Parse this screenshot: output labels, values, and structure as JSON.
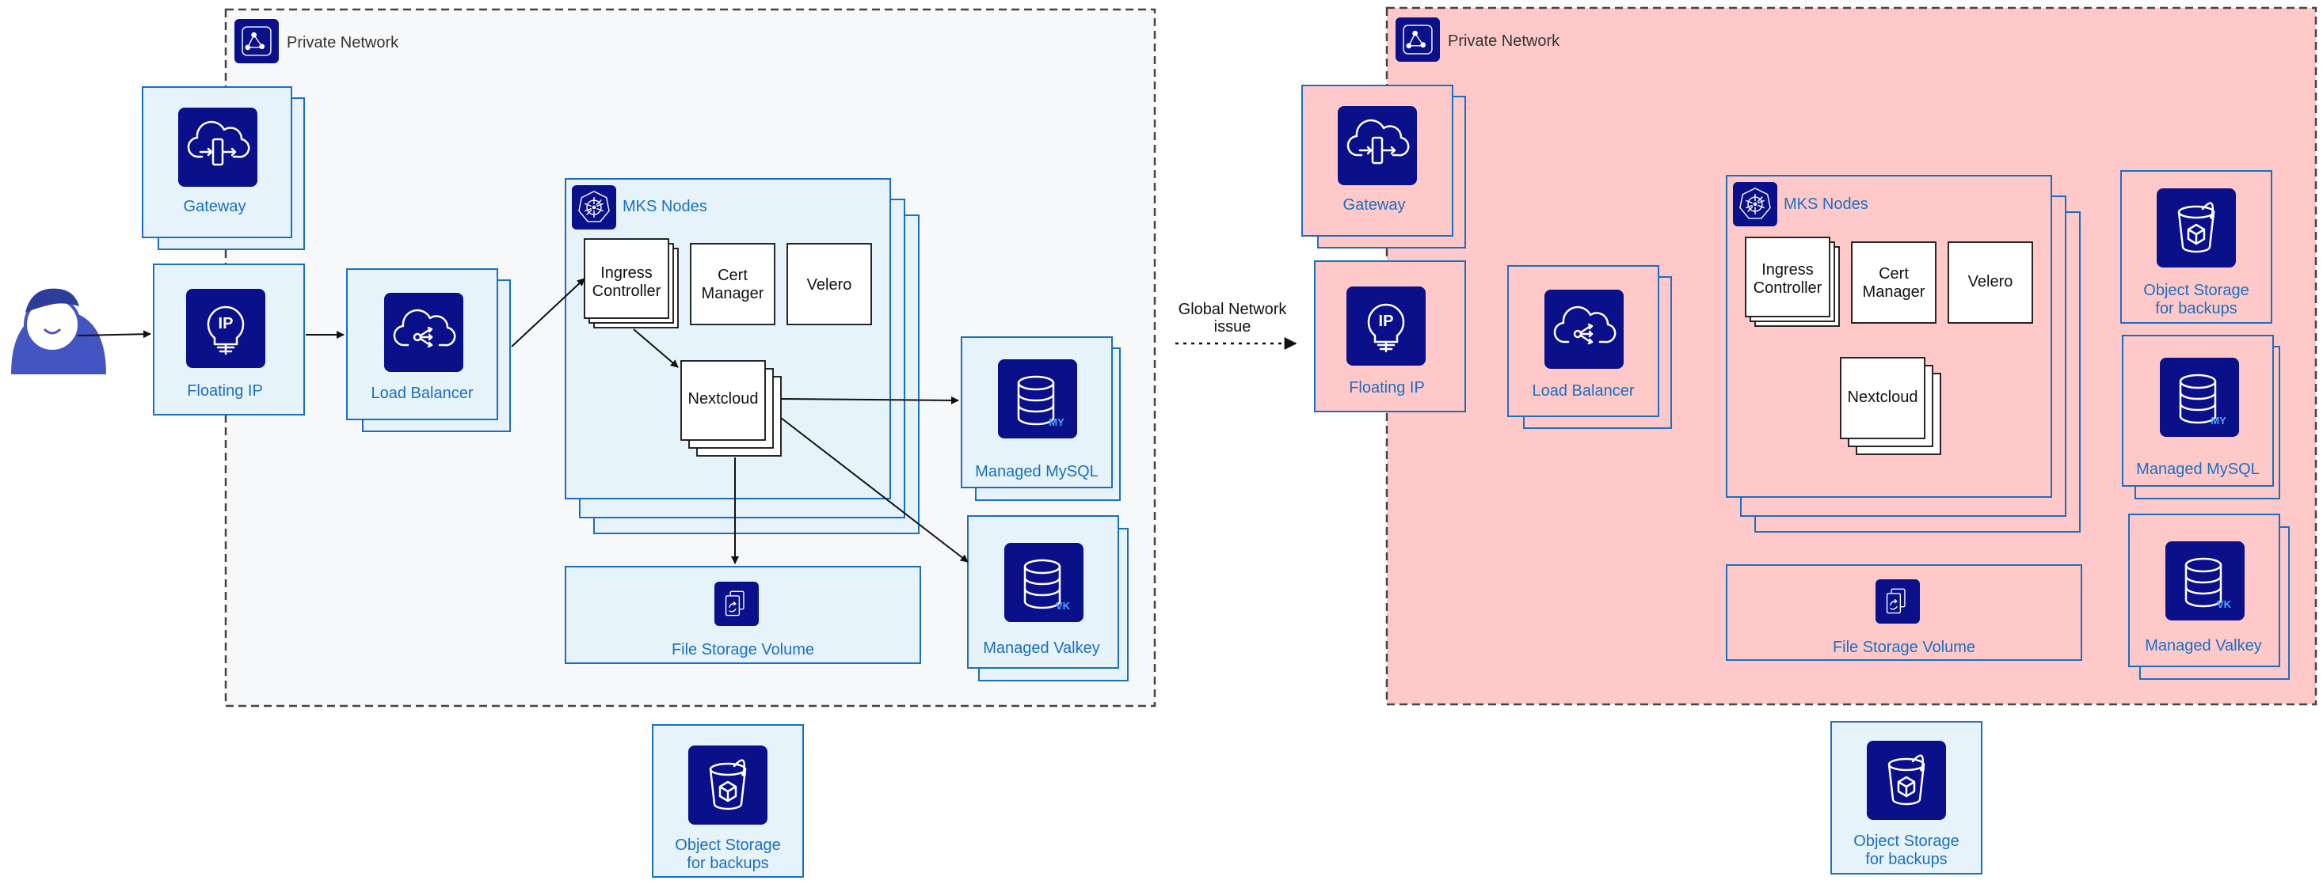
{
  "colors": {
    "accent": "#1b6fc0",
    "icon_bg": "#0a0f8a",
    "panel_light": "#e6f3fb",
    "network_left_bg": "#f7f8fa",
    "network_right_bg": "#ffc9c9",
    "dashed_border": "#444444"
  },
  "left": {
    "network_label": "Private Network",
    "gateway": "Gateway",
    "floating_ip": "Floating IP",
    "load_balancer": "Load Balancer",
    "mks_nodes": "MKS Nodes",
    "ingress_line1": "Ingress",
    "ingress_line2": "Controller",
    "cert_line1": "Cert",
    "cert_line2": "Manager",
    "velero": "Velero",
    "nextcloud": "Nextcloud",
    "mysql": "Managed MySQL",
    "valkey": "Managed Valkey",
    "file_storage": "File Storage Volume",
    "object_storage_line1": "Object Storage",
    "object_storage_line2": "for backups"
  },
  "middle": {
    "issue_line1": "Global Network",
    "issue_line2": "issue"
  },
  "right": {
    "network_label": "Private Network",
    "gateway": "Gateway",
    "floating_ip": "Floating IP",
    "load_balancer": "Load Balancer",
    "mks_nodes": "MKS Nodes",
    "ingress_line1": "Ingress",
    "ingress_line2": "Controller",
    "cert_line1": "Cert",
    "cert_line2": "Manager",
    "velero": "Velero",
    "nextcloud": "Nextcloud",
    "mysql": "Managed MySQL",
    "valkey": "Managed Valkey",
    "file_storage": "File Storage Volume",
    "object_storage_line1": "Object Storage",
    "object_storage_line2": "for backups",
    "object_storage_inner_line1": "Object Storage",
    "object_storage_inner_line2": "for backups"
  },
  "icons": {
    "network": "network-icon",
    "gateway": "cloud-gateway-icon",
    "floating_ip": "ip-bulb-icon",
    "load_balancer": "cloud-balancer-icon",
    "kubernetes": "kubernetes-wheel-icon",
    "database_mysql": "database-my-icon",
    "database_valkey": "database-vk-icon",
    "file_storage": "file-copy-icon",
    "object_storage": "bucket-icon",
    "user": "user-avatar-icon"
  },
  "icon_badges": {
    "ip": "IP",
    "mysql": "MY",
    "valkey": "VK"
  }
}
